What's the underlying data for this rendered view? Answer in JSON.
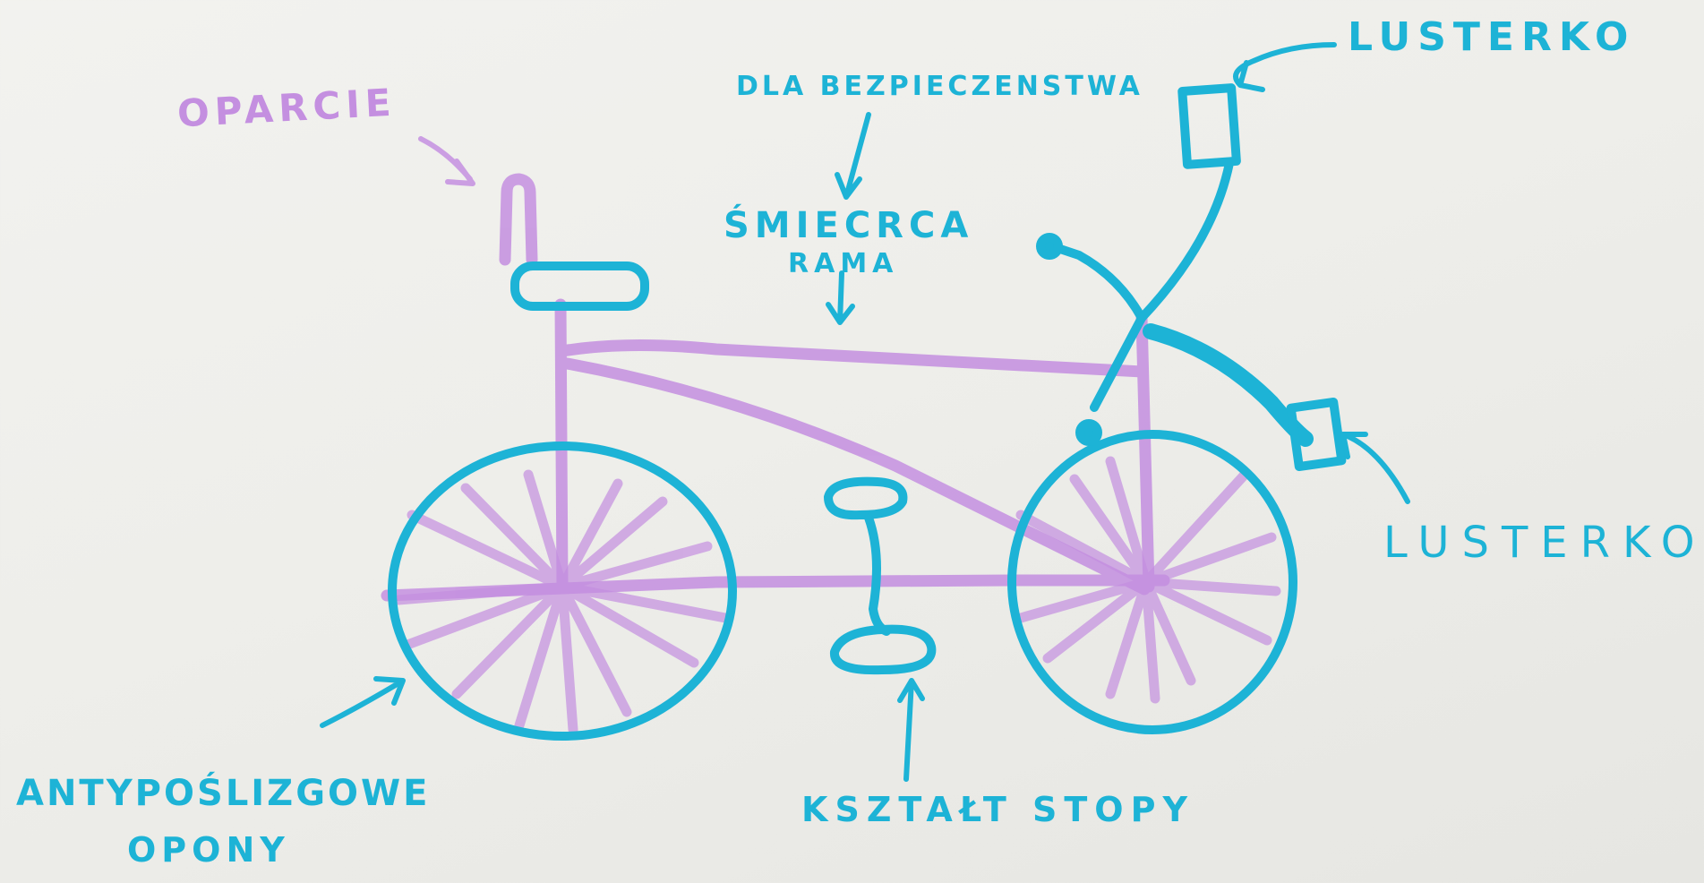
{
  "colors": {
    "ink_cyan": "#1db3d6",
    "ink_violet": "#c48fe0",
    "paper": "#efefeb"
  },
  "labels": {
    "backrest": "OPARCIE",
    "safety": "DLA BEZPIECZENSTWA",
    "frame_line1": "ŚMIECRCA",
    "frame_line2": "RAMA",
    "mirror_top": "LUSTERKO",
    "mirror_right": "LUSTERKO",
    "tires_line1": "ANTYPOŚLIZGOWE",
    "tires_line2": "OPONY",
    "pedal": "KSZTAŁT STOPY"
  }
}
